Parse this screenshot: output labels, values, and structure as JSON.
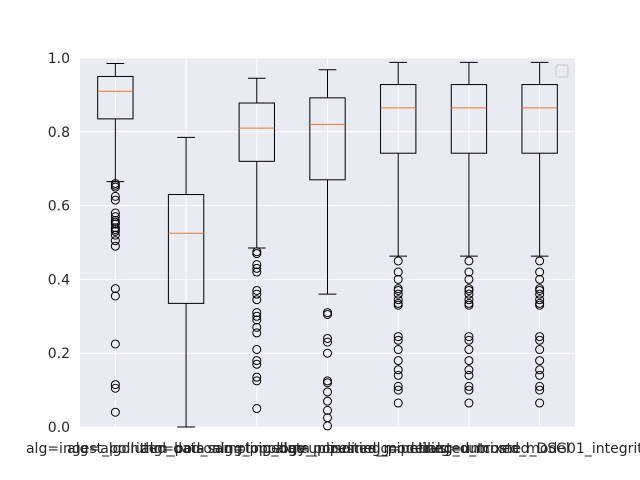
{
  "chart_data": {
    "type": "boxplot",
    "ylim": [
      0,
      1
    ],
    "yticks": [
      "0.0",
      "0.2",
      "0.4",
      "0.6",
      "0.8",
      "1.0"
    ],
    "grid": true,
    "legend": "top-right (empty)",
    "background": "#eaeaf2",
    "grid_color": "#ffffff",
    "median_color": "#e07b39",
    "categories": [
      "alg=ingest_polluted_data",
      "alg=algorithm_poisoning_pipeline",
      "alg=bad_sampling_data_pipeline",
      "alg=topology_poisoning_pipeline",
      "alg=untrusted_modelling_outcome",
      "alg=untrusted_mixed_model",
      "alg=untrusted_DSG01_integrity"
    ],
    "boxes": [
      {
        "whisker_low": 0.665,
        "q1": 0.835,
        "median": 0.91,
        "q3": 0.95,
        "whisker_high": 0.985,
        "outliers": [
          0.66,
          0.655,
          0.65,
          0.625,
          0.615,
          0.58,
          0.57,
          0.56,
          0.555,
          0.55,
          0.54,
          0.535,
          0.53,
          0.52,
          0.505,
          0.49,
          0.375,
          0.355,
          0.225,
          0.115,
          0.105,
          0.04
        ]
      },
      {
        "whisker_low": 0.0,
        "q1": 0.335,
        "median": 0.525,
        "q3": 0.63,
        "whisker_high": 0.785,
        "outliers": []
      },
      {
        "whisker_low": 0.485,
        "q1": 0.72,
        "median": 0.81,
        "q3": 0.878,
        "whisker_high": 0.945,
        "outliers": [
          0.475,
          0.47,
          0.44,
          0.43,
          0.42,
          0.37,
          0.36,
          0.345,
          0.31,
          0.3,
          0.29,
          0.27,
          0.255,
          0.21,
          0.18,
          0.17,
          0.135,
          0.125,
          0.05
        ]
      },
      {
        "whisker_low": 0.36,
        "q1": 0.67,
        "median": 0.82,
        "q3": 0.892,
        "whisker_high": 0.968,
        "outliers": [
          0.31,
          0.305,
          0.24,
          0.23,
          0.2,
          0.125,
          0.12,
          0.095,
          0.07,
          0.045,
          0.025,
          0.003
        ]
      },
      {
        "whisker_low": 0.463,
        "q1": 0.742,
        "median": 0.865,
        "q3": 0.928,
        "whisker_high": 0.988,
        "outliers": [
          0.45,
          0.42,
          0.4,
          0.375,
          0.37,
          0.36,
          0.345,
          0.335,
          0.33,
          0.245,
          0.235,
          0.21,
          0.18,
          0.155,
          0.14,
          0.11,
          0.1,
          0.065
        ]
      },
      {
        "whisker_low": 0.463,
        "q1": 0.742,
        "median": 0.865,
        "q3": 0.928,
        "whisker_high": 0.988,
        "outliers": [
          0.45,
          0.42,
          0.4,
          0.375,
          0.37,
          0.36,
          0.345,
          0.335,
          0.33,
          0.245,
          0.235,
          0.21,
          0.18,
          0.155,
          0.14,
          0.11,
          0.1,
          0.065
        ]
      },
      {
        "whisker_low": 0.463,
        "q1": 0.742,
        "median": 0.865,
        "q3": 0.928,
        "whisker_high": 0.988,
        "outliers": [
          0.45,
          0.42,
          0.4,
          0.375,
          0.37,
          0.36,
          0.345,
          0.335,
          0.33,
          0.245,
          0.235,
          0.21,
          0.18,
          0.155,
          0.14,
          0.11,
          0.1,
          0.065
        ]
      }
    ]
  }
}
